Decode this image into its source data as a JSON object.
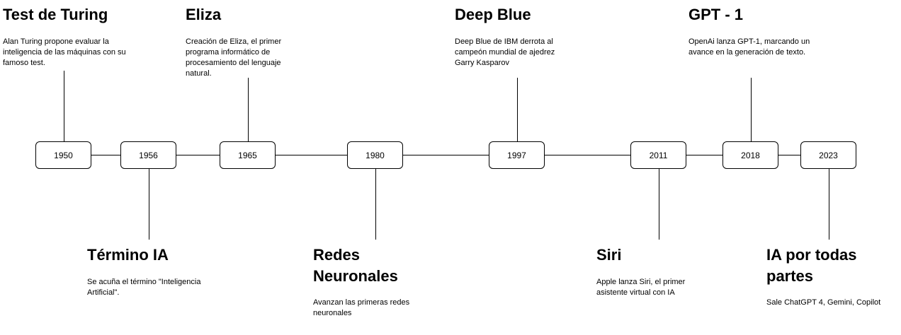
{
  "years": [
    "1950",
    "1956",
    "1965",
    "1980",
    "1997",
    "2011",
    "2018",
    "2023"
  ],
  "events": [
    {
      "title": "Test de Turing",
      "description": "Alan Turing propone evaluar la inteligencia de las máquinas con su famoso test."
    },
    {
      "title": "Término IA",
      "description": "Se acuña el término \"Inteligencia Artificial\"."
    },
    {
      "title": "Eliza",
      "description": "Creación de Eliza, el primer programa informático de procesamiento del lenguaje natural."
    },
    {
      "title_lines": [
        "Redes",
        "Neuronales"
      ],
      "description": "Avanzan las primeras redes neuronales"
    },
    {
      "title": "Deep Blue",
      "description": "Deep Blue de IBM derrota al campeón mundial de ajedrez Garry Kasparov"
    },
    {
      "title": "Siri",
      "description": "Apple lanza Siri, el primer asistente virtual con IA"
    },
    {
      "title": "GPT - 1",
      "description": "OpenAi lanza GPT-1, marcando un avance en la generación de texto."
    },
    {
      "title_lines": [
        "IA por todas",
        "partes"
      ],
      "description": "Sale ChatGPT 4, Gemini, Copilot"
    }
  ]
}
